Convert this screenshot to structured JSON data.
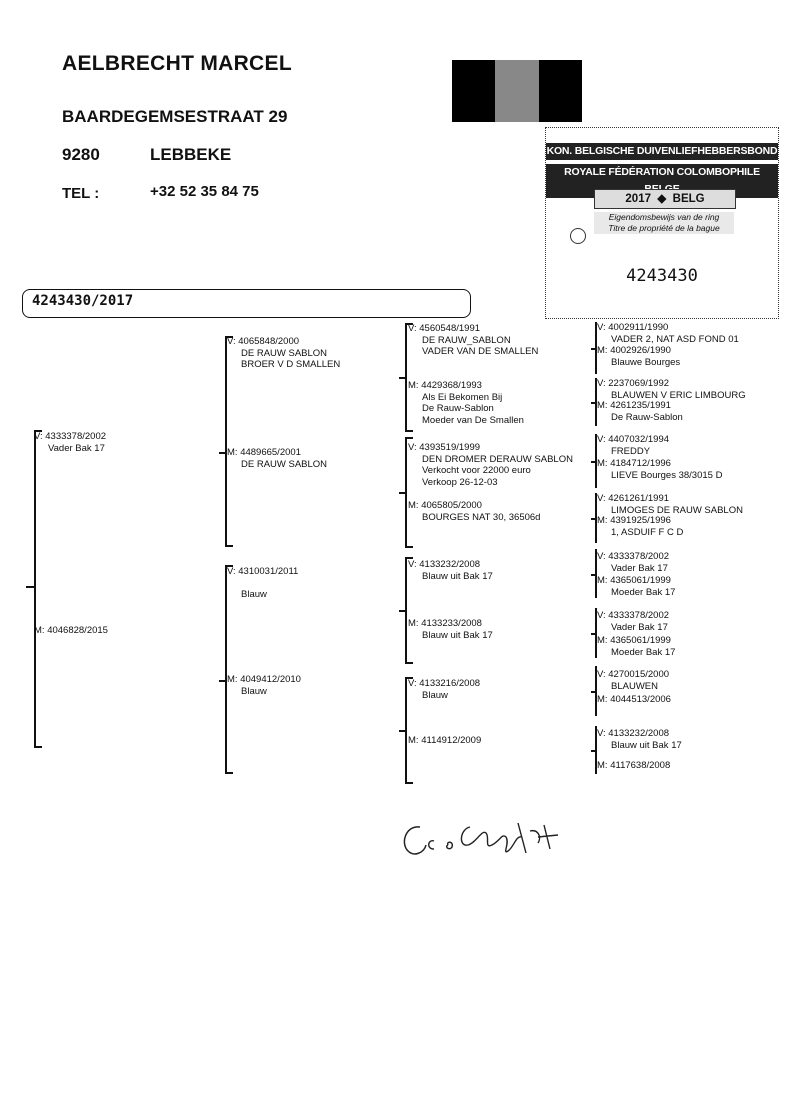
{
  "owner": {
    "name": "AELBRECHT MARCEL",
    "street": "BAARDEGEMSESTRAAT 29",
    "zip": "9280",
    "city": "LEBBEKE",
    "tel_label": "TEL :",
    "tel": "+32 52 35 84 75"
  },
  "flag_colors": [
    "#000000",
    "#888888",
    "#000000"
  ],
  "certificate": {
    "org_nl": "KON. BELGISCHE DUIVENLIEFHEBBERSBOND",
    "org_fr": "ROYALE FÉDÉRATION COLOMBOPHILE BELGE",
    "year": "2017",
    "country": "BELG",
    "title_nl": "Eigendomsbewijs van de ring",
    "title_fr": "Titre de propriété de la bague",
    "number": "4243430"
  },
  "ring_number": "4243430/2017",
  "pedigree": {
    "g1": {
      "sire": {
        "code": "V:",
        "lines": [
          "4333378/2002",
          "Vader Bak 17"
        ]
      },
      "dam": {
        "code": "M:",
        "lines": [
          "4046828/2015"
        ]
      }
    },
    "g2": [
      {
        "code": "V:",
        "lines": [
          "4065848/2000",
          "DE RAUW SABLON",
          "BROER V D SMALLEN"
        ]
      },
      {
        "code": "M:",
        "lines": [
          "4489665/2001",
          "DE RAUW SABLON"
        ]
      },
      {
        "code": "V:",
        "lines": [
          "4310031/2011",
          "",
          "Blauw"
        ]
      },
      {
        "code": "M:",
        "lines": [
          "4049412/2010",
          "Blauw"
        ]
      }
    ],
    "g3": [
      {
        "code": "V:",
        "lines": [
          "4560548/1991",
          "DE RAUW_SABLON",
          "VADER VAN DE SMALLEN"
        ]
      },
      {
        "code": "M:",
        "lines": [
          "4429368/1993",
          "Als Ei Bekomen Bij",
          "De Rauw-Sablon",
          "Moeder van De Smallen"
        ]
      },
      {
        "code": "V:",
        "lines": [
          "4393519/1999",
          "DEN DROMER DERAUW SABLON",
          "Verkocht voor 22000 euro",
          "Verkoop 26-12-03"
        ]
      },
      {
        "code": "M:",
        "lines": [
          "4065805/2000",
          "BOURGES NAT 30, 36506d"
        ]
      },
      {
        "code": "V:",
        "lines": [
          "4133232/2008",
          "Blauw uit Bak 17"
        ]
      },
      {
        "code": "M:",
        "lines": [
          "4133233/2008",
          "Blauw uit Bak 17"
        ]
      },
      {
        "code": "V:",
        "lines": [
          "4133216/2008",
          "Blauw"
        ]
      },
      {
        "code": "M:",
        "lines": [
          "4114912/2009"
        ]
      }
    ],
    "g4": [
      {
        "code": "V:",
        "lines": [
          "4002911/1990",
          "VADER 2, NAT ASD FOND 01"
        ]
      },
      {
        "code": "M:",
        "lines": [
          "4002926/1990",
          "Blauwe Bourges"
        ]
      },
      {
        "code": "V:",
        "lines": [
          "2237069/1992",
          "BLAUWEN V ERIC LIMBOURG"
        ]
      },
      {
        "code": "M:",
        "lines": [
          "4261235/1991",
          "De Rauw-Sablon"
        ]
      },
      {
        "code": "V:",
        "lines": [
          "4407032/1994",
          "FREDDY"
        ]
      },
      {
        "code": "M:",
        "lines": [
          "4184712/1996",
          "LIEVE Bourges 38/3015 D"
        ]
      },
      {
        "code": "V:",
        "lines": [
          "4261261/1991",
          "LIMOGES DE RAUW SABLON"
        ]
      },
      {
        "code": "M:",
        "lines": [
          "4391925/1996",
          "1, ASDUIF F C D"
        ]
      },
      {
        "code": "V:",
        "lines": [
          "4333378/2002",
          "Vader Bak 17"
        ]
      },
      {
        "code": "M:",
        "lines": [
          "4365061/1999",
          "Moeder Bak 17"
        ]
      },
      {
        "code": "V:",
        "lines": [
          "4333378/2002",
          "Vader Bak 17"
        ]
      },
      {
        "code": "M:",
        "lines": [
          "4365061/1999",
          "Moeder Bak 17"
        ]
      },
      {
        "code": "V:",
        "lines": [
          "4270015/2000",
          "BLAUWEN"
        ]
      },
      {
        "code": "M:",
        "lines": [
          "4044513/2006"
        ]
      },
      {
        "code": "V:",
        "lines": [
          "4133232/2008",
          "Blauw uit Bak 17"
        ]
      },
      {
        "code": "M:",
        "lines": [
          "4117638/2008"
        ]
      }
    ]
  }
}
